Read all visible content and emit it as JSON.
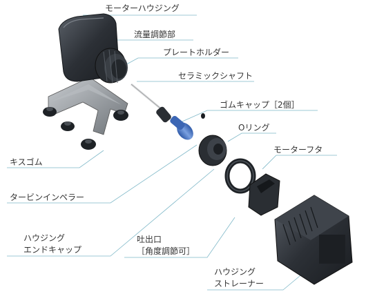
{
  "labels": {
    "motor_housing": "モーターハウジング",
    "flow_adjuster": "流量調節部",
    "plate_holder": "プレートホルダー",
    "ceramic_shaft": "セラミックシャフト",
    "rubber_cap": "ゴムキャップ［2個］",
    "o_ring": "Oリング",
    "motor_lid": "モーターフタ",
    "suction_cups": "キスゴム",
    "turbine_impeller": "タービンインペラー",
    "housing_end_cap_line1": "ハウジング",
    "housing_end_cap_line2": "エンドキャップ",
    "outlet_line1": "吐出口",
    "outlet_line2": "［角度調節可］",
    "housing_strainer_line1": "ハウジング",
    "housing_strainer_line2": "ストレーナー"
  },
  "colors": {
    "leader_line": "#7fb8c8",
    "part_dark": "#2a2e33",
    "impeller_blue": "#4a78c8",
    "metal_plate": "#9a9ea4"
  }
}
